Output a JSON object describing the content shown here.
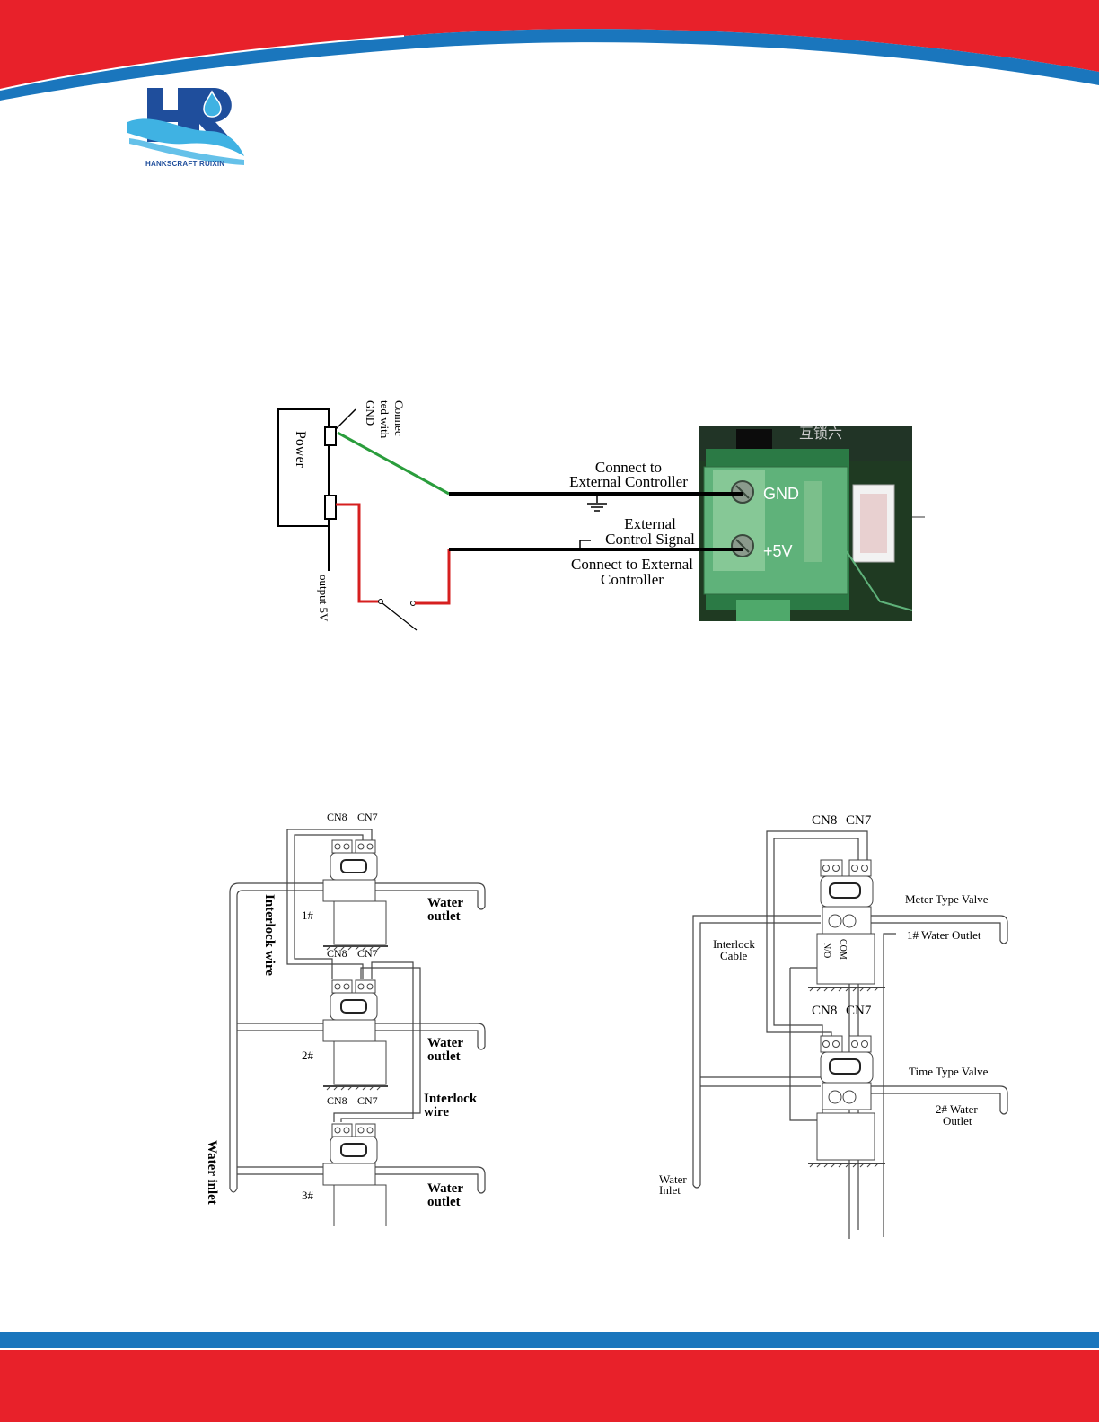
{
  "brand": {
    "logo_letters": "HR",
    "logo_caption": "HANKSCRAFT RUIXIN",
    "colors": {
      "red": "#e8212a",
      "blue": "#1a76bd",
      "light_blue": "#3fb2e3",
      "navy": "#1f4e9c"
    }
  },
  "wiring_diagram": {
    "power_label": "Power",
    "gnd_note": "Connec ted with GND",
    "output_note": "output 5V",
    "connect_gnd_label_1": "Connect to",
    "connect_gnd_label_2": "External Controller",
    "ext_signal_label_1": "External",
    "ext_signal_label_2": "Control Signal",
    "connect_5v_label_1": "Connect to External",
    "connect_5v_label_2": "Controller",
    "terminal_gnd": "GND",
    "terminal_5v": "+5V",
    "board_silk": "互锁六"
  },
  "left_diagram": {
    "valves": [
      {
        "cn8": "CN8",
        "cn7": "CN7",
        "number": "1#",
        "outlet_1": "Water",
        "outlet_2": "outlet"
      },
      {
        "cn8": "CN8",
        "cn7": "CN7",
        "number": "2#",
        "outlet_1": "Water",
        "outlet_2": "outlet"
      },
      {
        "cn8": "CN8",
        "cn7": "CN7",
        "number": "3#",
        "outlet_1": "Water",
        "outlet_2": "outlet"
      }
    ],
    "interlock_wire_vertical": "Interlock  wire",
    "interlock_wire_1": "Interlock",
    "interlock_wire_2": "wire",
    "water_inlet": "Water inlet"
  },
  "right_diagram": {
    "top_cn8": "CN8",
    "top_cn7": "CN7",
    "bottom_cn8": "CN8",
    "bottom_cn7": "CN7",
    "meter_valve": "Meter Type Valve",
    "outlet_1": "1# Water Outlet",
    "interlock_1": "Interlock",
    "interlock_2": "Cable",
    "no_label": "N/O",
    "com_label": "COM",
    "time_valve": "Time Type Valve",
    "outlet_2a": "2# Water",
    "outlet_2b": "Outlet",
    "inlet_1": "Water",
    "inlet_2": "Inlet"
  }
}
